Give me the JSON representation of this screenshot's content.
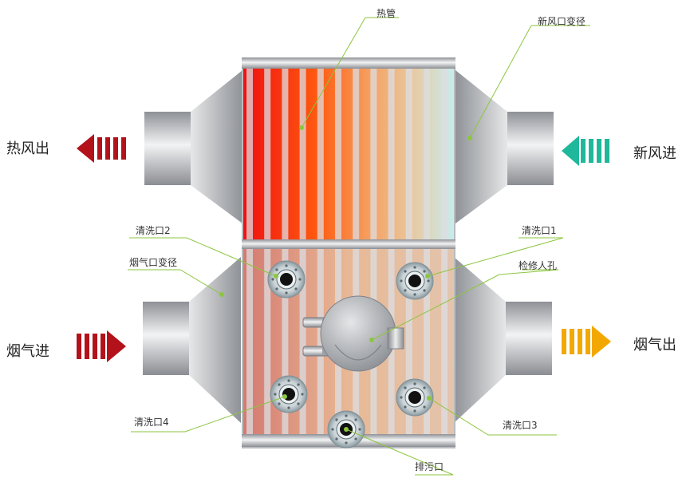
{
  "labels": {
    "heat_pipe": "热管",
    "fresh_air_reducer": "新风口变径",
    "hot_air_out": "热风出",
    "fresh_air_in": "新风进",
    "clean_port_2": "清洗口2",
    "clean_port_1": "清洗口1",
    "flue_gas_reducer": "烟气口变径",
    "manhole": "检修人孔",
    "flue_gas_in": "烟气进",
    "flue_gas_out": "烟气出",
    "clean_port_4": "清洗口4",
    "clean_port_3": "清洗口3",
    "drain_port": "排污口"
  },
  "colors": {
    "hot_arrow": "#b3121b",
    "fresh_arrow": "#1fb89a",
    "flue_in_arrow": "#b3121b",
    "flue_out_arrow": "#f2a800",
    "leader_line": "#8cc63f",
    "steel": "#a9acb0"
  }
}
